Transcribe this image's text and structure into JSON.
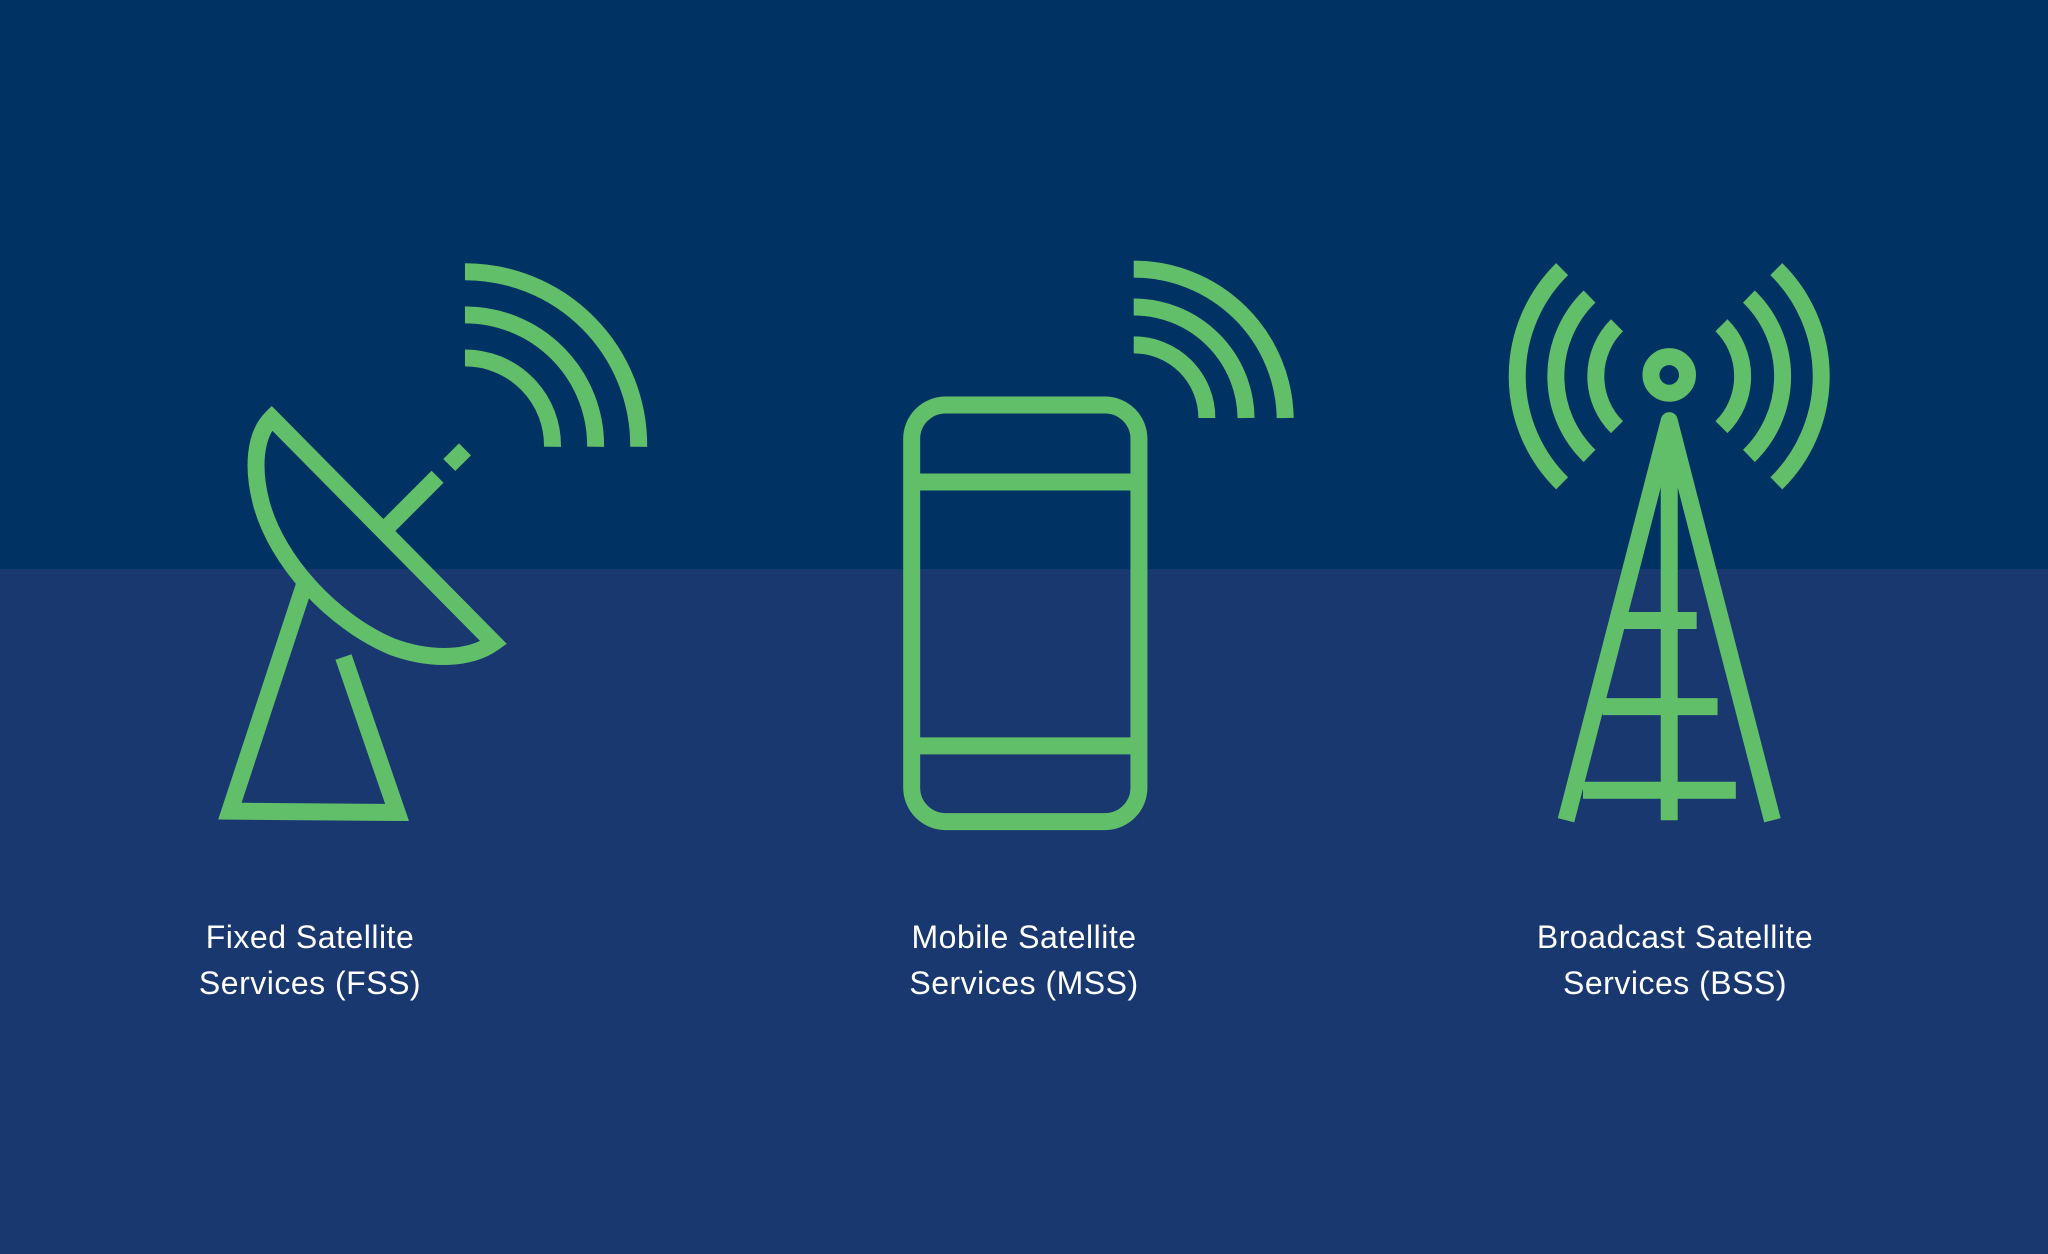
{
  "colors": {
    "background_top": "#003263",
    "background_bottom": "#1a3870",
    "icon_green": "#62bf69",
    "text": "#ffffff"
  },
  "services": [
    {
      "icon": "satellite-dish-icon",
      "line1": "Fixed Satellite",
      "line2": "Services (FSS)"
    },
    {
      "icon": "mobile-phone-signal-icon",
      "line1": "Mobile Satellite",
      "line2": "Services (MSS)"
    },
    {
      "icon": "broadcast-tower-icon",
      "line1": "Broadcast Satellite",
      "line2": "Services (BSS)"
    }
  ]
}
